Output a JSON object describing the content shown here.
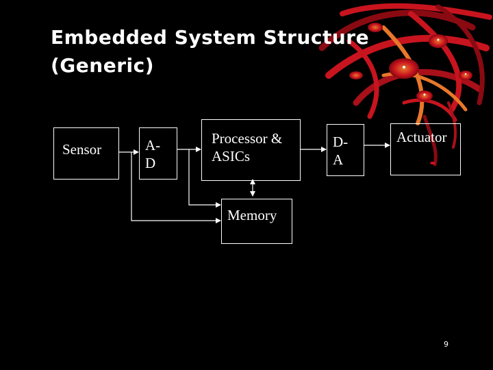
{
  "slide": {
    "title_line1": "Embedded System Structure",
    "title_line2": "(Generic)",
    "page_number": "9"
  },
  "diagram": {
    "sensor": "Sensor",
    "ad_line1": "A-",
    "ad_line2": "D",
    "processor_line1": "Processor &",
    "processor_line2": "ASICs",
    "da_line1": "D-",
    "da_line2": "A",
    "actuator": "Actuator",
    "memory": "Memory"
  },
  "colors": {
    "background": "#000000",
    "foreground": "#ffffff",
    "decoration_red": "#c8141e",
    "decoration_orange": "#e8782a"
  }
}
